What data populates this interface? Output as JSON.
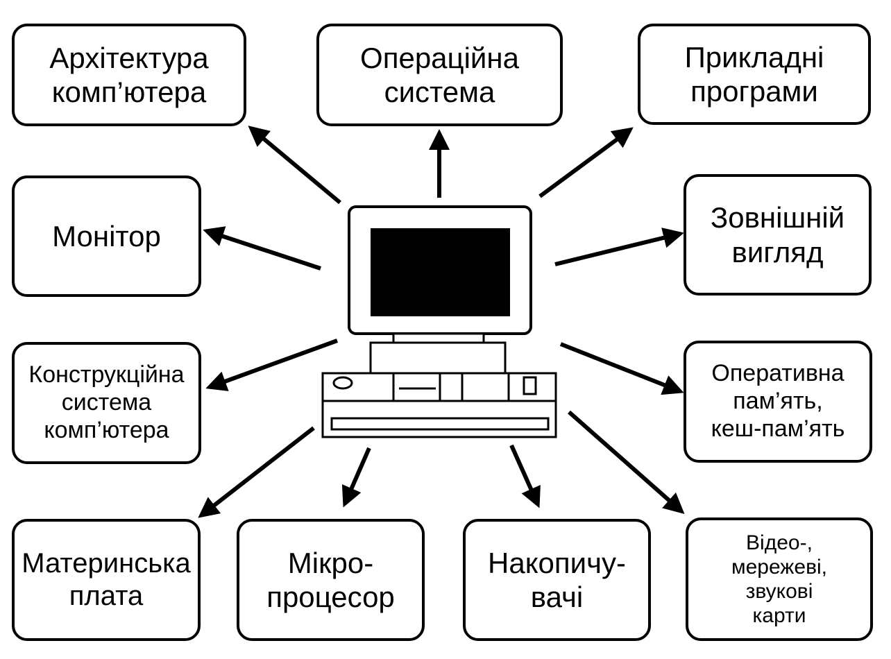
{
  "center": {
    "icon": "desktop-computer-icon"
  },
  "nodes": [
    {
      "id": "architecture",
      "label": "Архітектура\nкомп’ютера"
    },
    {
      "id": "os",
      "label": "Операційна\nсистема"
    },
    {
      "id": "applications",
      "label": "Прикладні\nпрограми"
    },
    {
      "id": "monitor",
      "label": "Монітор"
    },
    {
      "id": "appearance",
      "label": "Зовнішній\nвигляд"
    },
    {
      "id": "construction",
      "label": "Конструкційна\nсистема\nкомп’ютера"
    },
    {
      "id": "ram",
      "label": "Оперативна\nпам’ять,\nкеш-пам’ять"
    },
    {
      "id": "motherboard",
      "label": "Материнська\nплата"
    },
    {
      "id": "cpu",
      "label": "Мікро-\nпроцесор"
    },
    {
      "id": "storage",
      "label": "Накопичу-\nвачі"
    },
    {
      "id": "cards",
      "label": "Відео-,\nмережеві,\nзвукові\nкарти"
    }
  ],
  "colors": {
    "stroke": "#000000",
    "background": "#ffffff"
  }
}
